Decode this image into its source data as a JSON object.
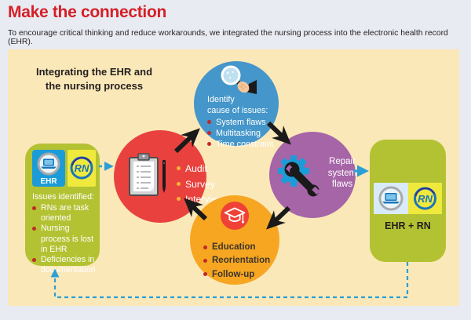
{
  "header": {
    "title": "Make the connection",
    "subtitle": "To encourage critical thinking and reduce workarounds, we integrated the nursing process into the electronic health record (EHR)."
  },
  "diagram": {
    "heading": "Integrating the EHR and the nursing process",
    "identify": {
      "title_line1": "Identify",
      "title_line2": "cause of issues:",
      "items": [
        "System flaws",
        "Multitasking",
        "Time constraint"
      ]
    },
    "audit": {
      "items": [
        "Audit",
        "Survey",
        "Interview"
      ]
    },
    "repair": {
      "label": "Repair system flaws"
    },
    "education": {
      "items": [
        "Education",
        "Reorientation",
        "Follow-up"
      ]
    },
    "left_box": {
      "ehr_label": "EHR",
      "rn_label": "RN",
      "title": "Issues identified:",
      "items": [
        "RNs are task oriented",
        "Nursing process is lost in EHR",
        "Deficiencies in documentation"
      ]
    },
    "right_box": {
      "rn_label": "RN",
      "label": "EHR + RN"
    }
  },
  "colors": {
    "title_red": "#D51F26",
    "panel_tan": "#FBE8B8",
    "identify_blue": "#4596CA",
    "audit_red": "#E9423E",
    "repair_purple": "#A565A7",
    "education_orange": "#F7A621",
    "box_green": "#B3C232",
    "connector_blue": "#2B9FD6",
    "bullet_red": "#C1272D",
    "bullet_yellow": "#F9B233",
    "arrow_black": "#1A1A1A"
  }
}
